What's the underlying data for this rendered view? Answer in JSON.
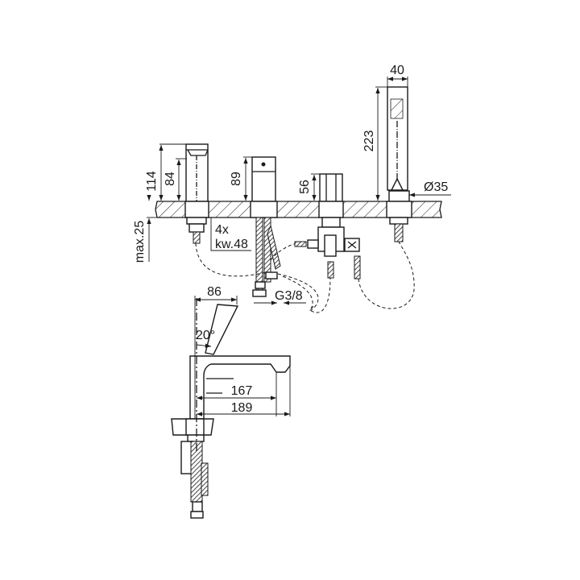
{
  "drawing": {
    "dimensions": {
      "height_spout": "114",
      "height_spout_outlet": "84",
      "height_handle": "89",
      "height_diverter": "56",
      "height_handshower": "223",
      "width_handshower": "40",
      "diameter_base": "Ø35",
      "max_counter_thickness": "max.25",
      "hole_count": "4x",
      "hole_size": "kw.48",
      "thread": "G3/8",
      "handshower_offset": "86",
      "angle": "20°",
      "spout_reach_inner": "167",
      "spout_reach_total": "189"
    }
  }
}
